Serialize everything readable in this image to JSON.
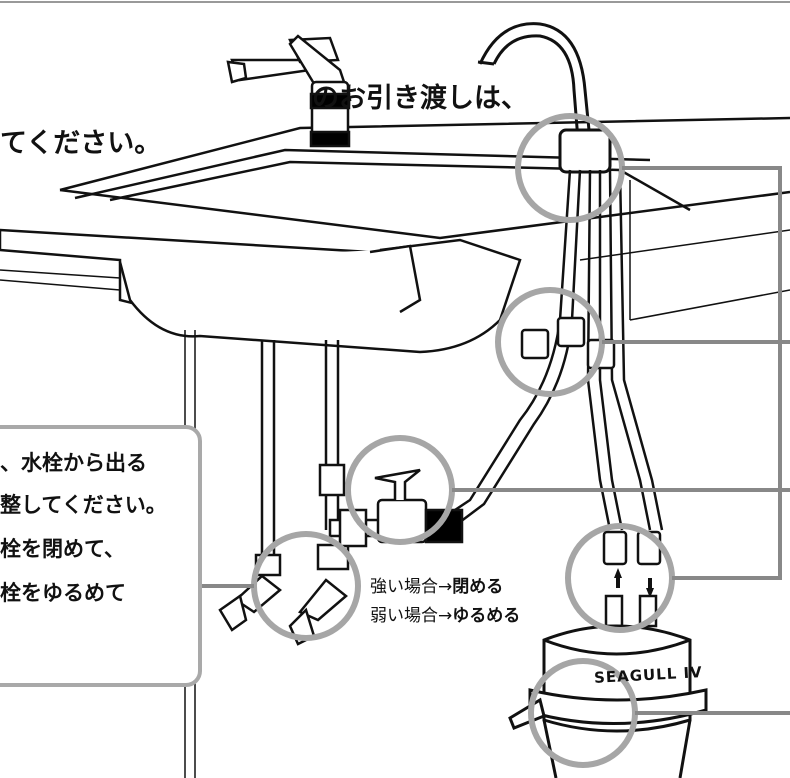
{
  "top_text": {
    "line1": "のお引き渡しは、",
    "line2": "てください。"
  },
  "callout": {
    "line1": "、水栓から出る",
    "line2": "整してください。",
    "line3": "栓を閉めて、",
    "line4": "栓をゆるめて"
  },
  "pressure": {
    "strong_prefix": "強い場合→",
    "strong_action": "閉める",
    "weak_prefix": "弱い場合→",
    "weak_action": "ゆるめる"
  },
  "filter": {
    "brand": "SEAGULL IV"
  },
  "colors": {
    "line": "#111111",
    "highlight_circle": "#a6a6a6",
    "callout_border": "#a9a9a9",
    "faucet_band": "#000000"
  }
}
